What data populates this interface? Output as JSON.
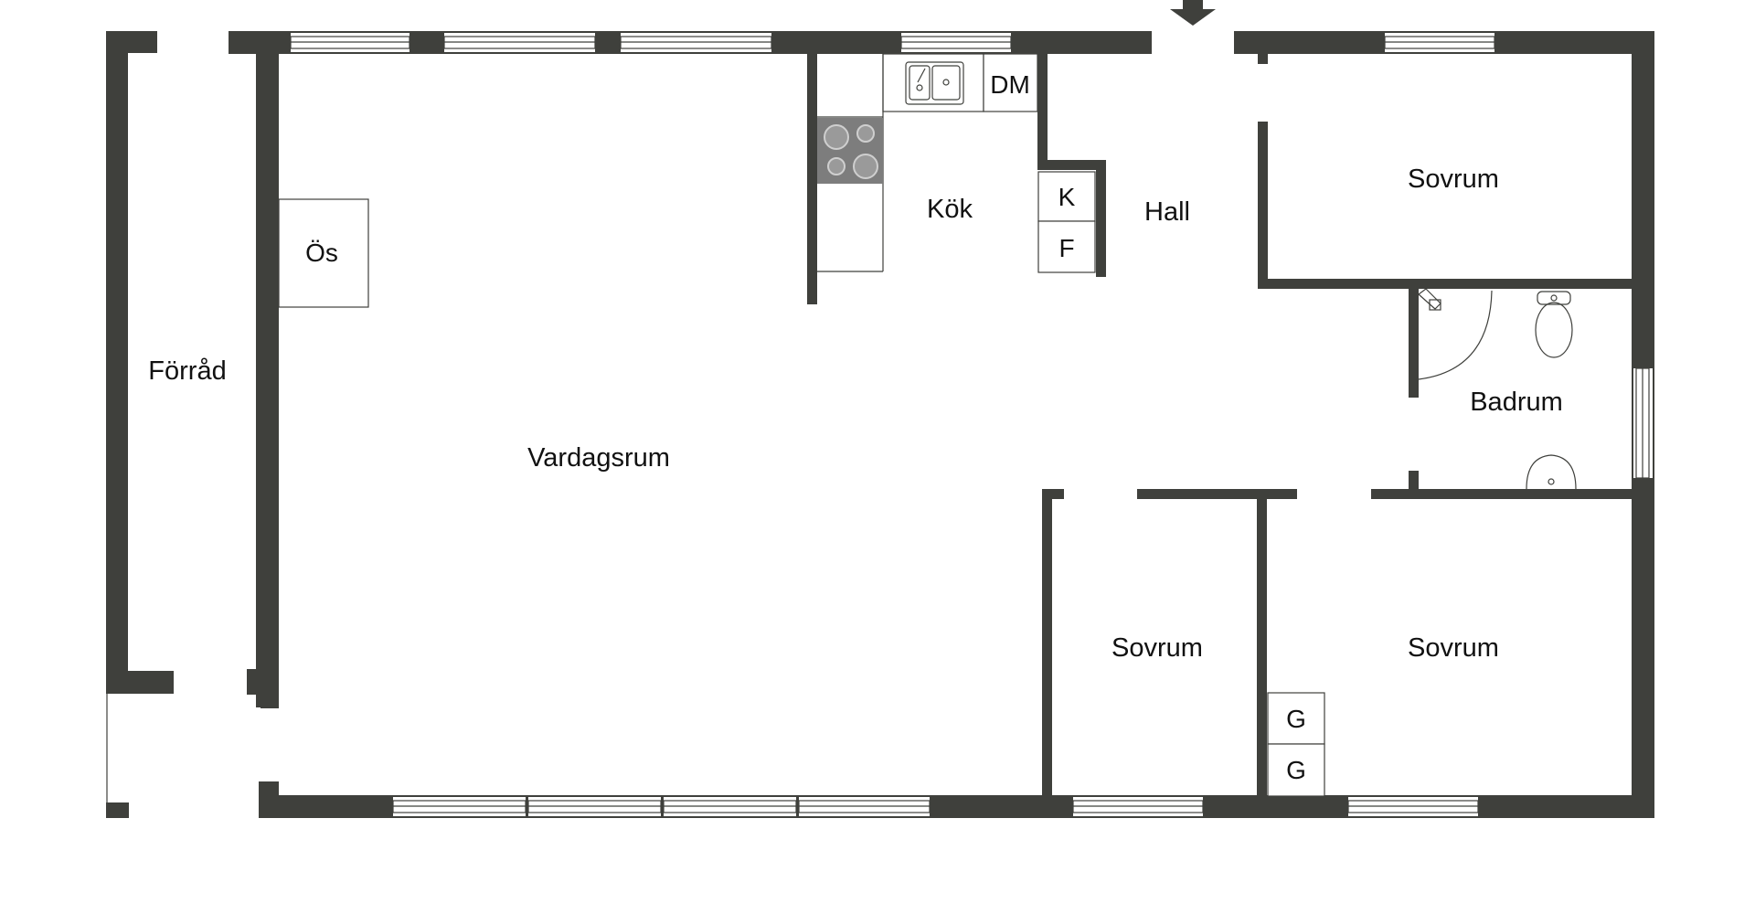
{
  "colors": {
    "wall": "#3f403c",
    "background": "#ffffff",
    "text": "#111111",
    "stove": "#7d7d7d"
  },
  "rooms": {
    "forrad": "Förråd",
    "vardagsrum": "Vardagsrum",
    "kok": "Kök",
    "hall": "Hall",
    "sovrum_top": "Sovrum",
    "badrum": "Badrum",
    "sovrum_mid": "Sovrum",
    "sovrum_right": "Sovrum"
  },
  "fixtures": {
    "os": "Ös",
    "dm": "DM",
    "k": "K",
    "f": "F",
    "g1": "G",
    "g2": "G"
  },
  "icons": [
    "entrance-arrow-icon",
    "sink-icon",
    "stove-icon",
    "toilet-icon",
    "washbasin-icon",
    "shower-icon"
  ]
}
